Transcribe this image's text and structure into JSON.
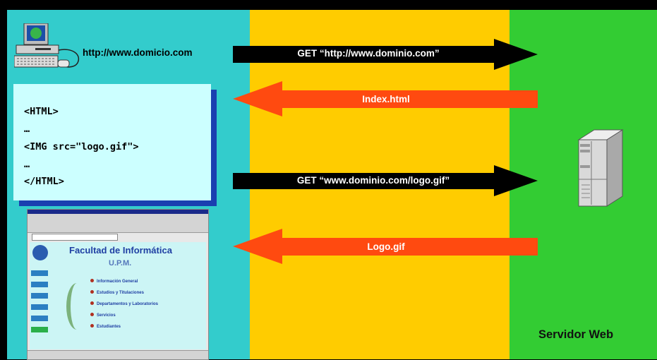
{
  "client": {
    "url": "http://www.domicio.com"
  },
  "html_code": {
    "lines": [
      "<HTML>",
      "…",
      "<IMG src=\"logo.gif\">",
      "…",
      "</HTML>"
    ]
  },
  "messages": [
    {
      "text": "GET “http://www.dominio.com”",
      "direction": "request",
      "color": "#000000"
    },
    {
      "text": "Index.html",
      "direction": "response",
      "color": "#ff4a10"
    },
    {
      "text": "GET “www.dominio.com/logo.gif”",
      "direction": "request",
      "color": "#000000"
    },
    {
      "text": "Logo.gif",
      "direction": "response",
      "color": "#ff4a10"
    }
  ],
  "browser": {
    "heading": "Facultad de Informática",
    "subheading": "U.P.M.",
    "menu": [
      "Información General",
      "Estudios y Titulaciones",
      "Departamentos y Laboratorios",
      "Servicios",
      "Estudiantes"
    ]
  },
  "server": {
    "label": "Servidor Web"
  }
}
